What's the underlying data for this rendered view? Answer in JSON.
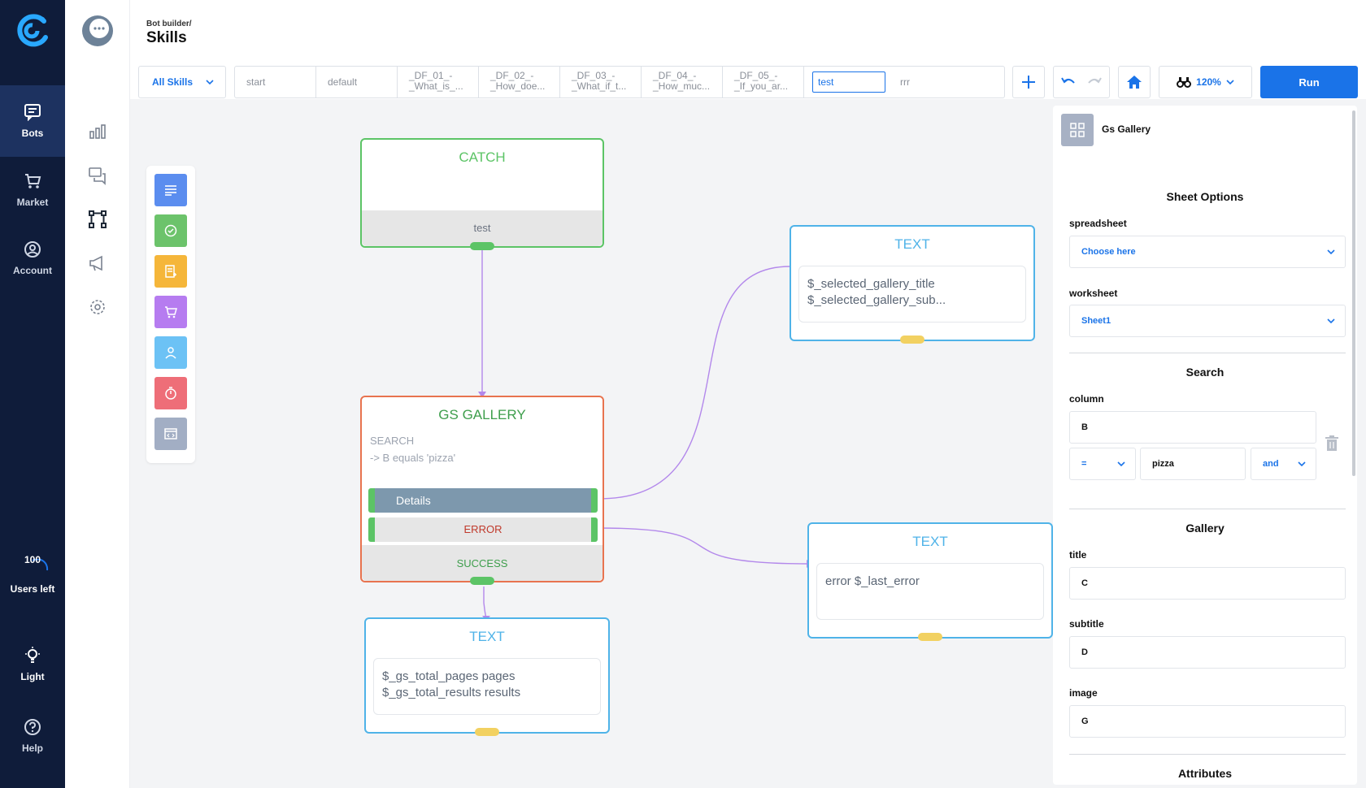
{
  "nav": {
    "items": [
      {
        "label": "Bots",
        "icon": "bots-icon"
      },
      {
        "label": "Market",
        "icon": "cart-icon"
      },
      {
        "label": "Account",
        "icon": "account-icon"
      }
    ],
    "users_count": "100",
    "users_label": "Users left",
    "theme_label": "Light",
    "help_label": "Help"
  },
  "header": {
    "breadcrumb": "Bot builder/",
    "title": "Skills",
    "filter_label": "All Skills",
    "tabs": [
      "start",
      "default",
      "_DF_01_-_What_is_...",
      "_DF_02_-_How_doe...",
      "_DF_03_-_What_if_t...",
      "_DF_04_-_How_muc...",
      "_DF_05_-_If_you_ar...",
      "test",
      "rrr"
    ],
    "zoom": "120%",
    "run_label": "Run"
  },
  "canvas": {
    "catch_node": {
      "title": "CATCH",
      "footer": "test"
    },
    "gallery_node": {
      "title": "GS GALLERY",
      "desc1": "SEARCH",
      "desc2": "-> B equals 'pizza'",
      "details": "Details",
      "error": "ERROR",
      "footer": "SUCCESS"
    },
    "text_node_1": {
      "title": "TEXT",
      "line1": "$_selected_gallery_title",
      "line2": "$_selected_gallery_sub..."
    },
    "text_node_2": {
      "title": "TEXT",
      "line1": "error $_last_error"
    },
    "text_node_3": {
      "title": "TEXT",
      "line1": "$_gs_total_pages pages",
      "line2": "$_gs_total_results results"
    }
  },
  "panel": {
    "title": "Gs Gallery",
    "sheet_options": "Sheet Options",
    "spreadsheet_label": "spreadsheet",
    "spreadsheet_value": "Choose here",
    "worksheet_label": "worksheet",
    "worksheet_value": "Sheet1",
    "search_section": "Search",
    "column_label": "column",
    "column_value": "B",
    "operator_value": "=",
    "search_value": "pizza",
    "conjunction_value": "and",
    "gallery_section": "Gallery",
    "title_label": "title",
    "title_value": "C",
    "subtitle_label": "subtitle",
    "subtitle_value": "D",
    "image_label": "image",
    "image_value": "G",
    "attributes_section": "Attributes"
  },
  "colors": {
    "accent": "#1a73e8",
    "nav_bg": "#0f1c3a",
    "catch_border": "#5cc466",
    "gallery_border": "#e8734f",
    "text_border": "#4fb3e8",
    "edge": "#b388eb"
  }
}
